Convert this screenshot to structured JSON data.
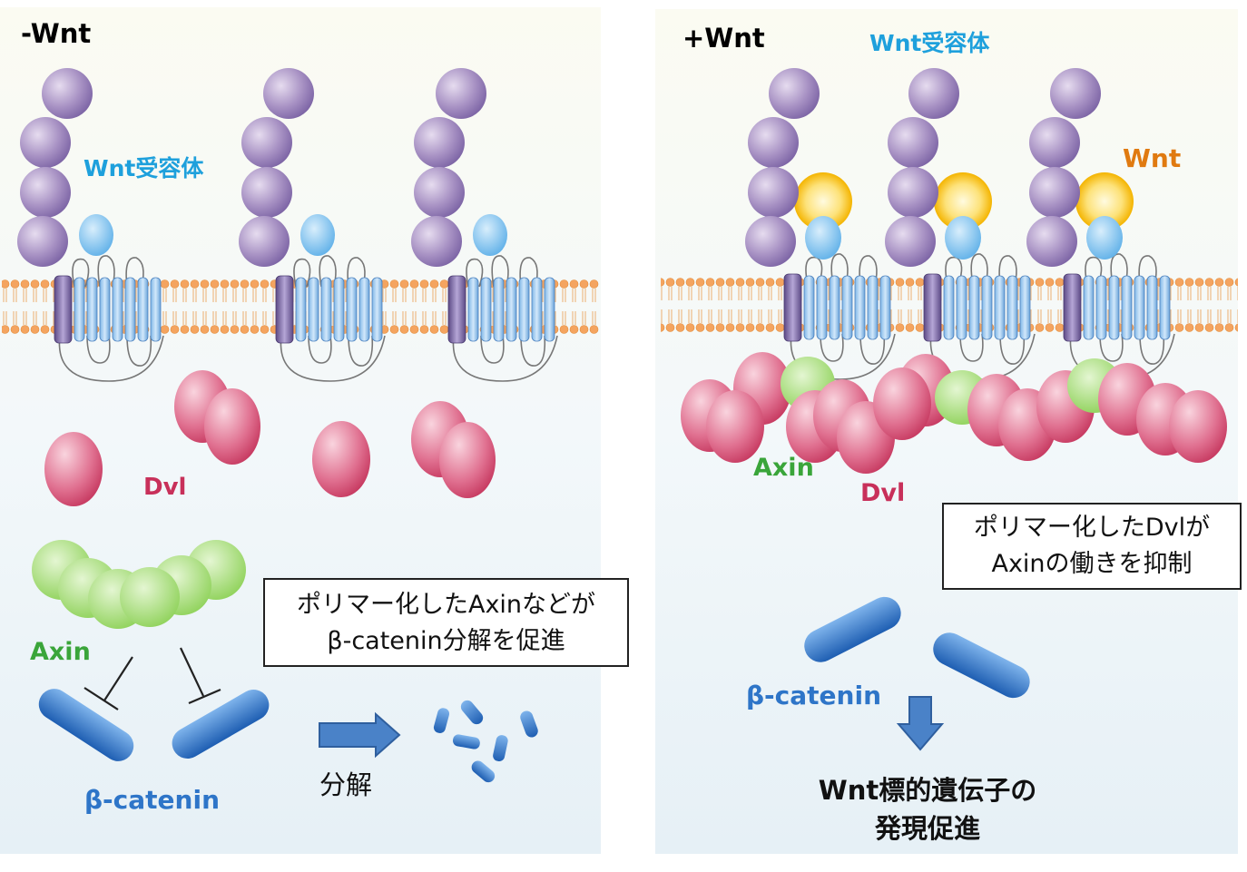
{
  "left_panel": {
    "condition_label": "-Wnt",
    "receptor_label": "Wnt受容体",
    "dvl_label": "Dvl",
    "axin_label": "Axin",
    "catenin_label": "β-catenin",
    "box_lines": [
      "ポリマー化したAxinなどが",
      "β-catenin分解を促進"
    ],
    "degrade_label": "分解"
  },
  "right_panel": {
    "condition_label": "+Wnt",
    "receptor_label": "Wnt受容体",
    "wnt_label": "Wnt",
    "axin_label": "Axin",
    "dvl_label": "Dvl",
    "box_lines": [
      "ポリマー化したDvlが",
      "Axinの働きを抑制"
    ],
    "catenin_label": "β-catenin",
    "result_lines": [
      "Wnt標的遺伝子の",
      "発現促進"
    ]
  },
  "colors": {
    "receptor_label": "#1ea0dc",
    "wnt_label": "#e07a10",
    "dvl_label": "#c8305a",
    "axin_label": "#3aa53a",
    "catenin_label": "#2e75c8"
  }
}
